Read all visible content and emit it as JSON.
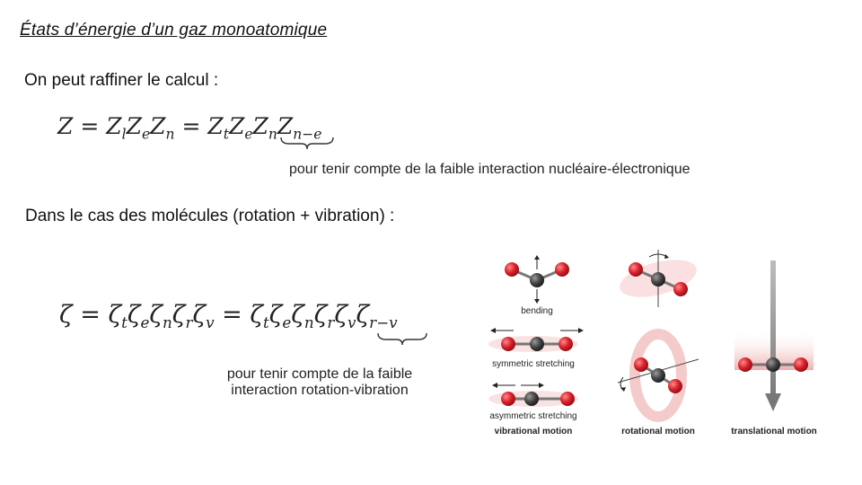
{
  "title": "États d’énergie d’un gaz monoatomique",
  "intro": "On peut raffiner le calcul :",
  "eq1": {
    "lhs": "Z",
    "eq": "=",
    "middle": [
      {
        "s": "Z",
        "sub": "l"
      },
      {
        "s": "Z",
        "sub": "e"
      },
      {
        "s": "Z",
        "sub": "n"
      }
    ],
    "right": [
      {
        "s": "Z",
        "sub": "t"
      },
      {
        "s": "Z",
        "sub": "e"
      },
      {
        "s": "Z",
        "sub": "n"
      }
    ],
    "extra": {
      "s": "Z",
      "sub": "n−e"
    },
    "note": "pour tenir compte de la faible interaction nucléaire-électronique"
  },
  "molecules_heading": "Dans le cas des molécules (rotation + vibration) :",
  "eq2": {
    "lhs": "ζ",
    "eq": "=",
    "middle": [
      {
        "s": "ζ",
        "sub": "t"
      },
      {
        "s": "ζ",
        "sub": "e"
      },
      {
        "s": "ζ",
        "sub": "n"
      },
      {
        "s": "ζ",
        "sub": "r"
      },
      {
        "s": "ζ",
        "sub": "v"
      }
    ],
    "right": [
      {
        "s": "ζ",
        "sub": "t"
      },
      {
        "s": "ζ",
        "sub": "e"
      },
      {
        "s": "ζ",
        "sub": "n"
      },
      {
        "s": "ζ",
        "sub": "r"
      },
      {
        "s": "ζ",
        "sub": "v"
      }
    ],
    "extra": {
      "s": "ζ",
      "sub": "r−v"
    },
    "note_line1": "pour tenir compte de la faible",
    "note_line2": "interaction rotation-vibration"
  },
  "figure": {
    "bending": "bending",
    "symmetric": "symmetric stretching",
    "asymmetric": "asymmetric stretching",
    "vibrational": "vibrational motion",
    "rotational": "rotational motion",
    "translational": "translational motion",
    "colors": {
      "oxygen": "#d8202a",
      "carbon": "#444444",
      "glow": "#f3b8b8"
    }
  }
}
